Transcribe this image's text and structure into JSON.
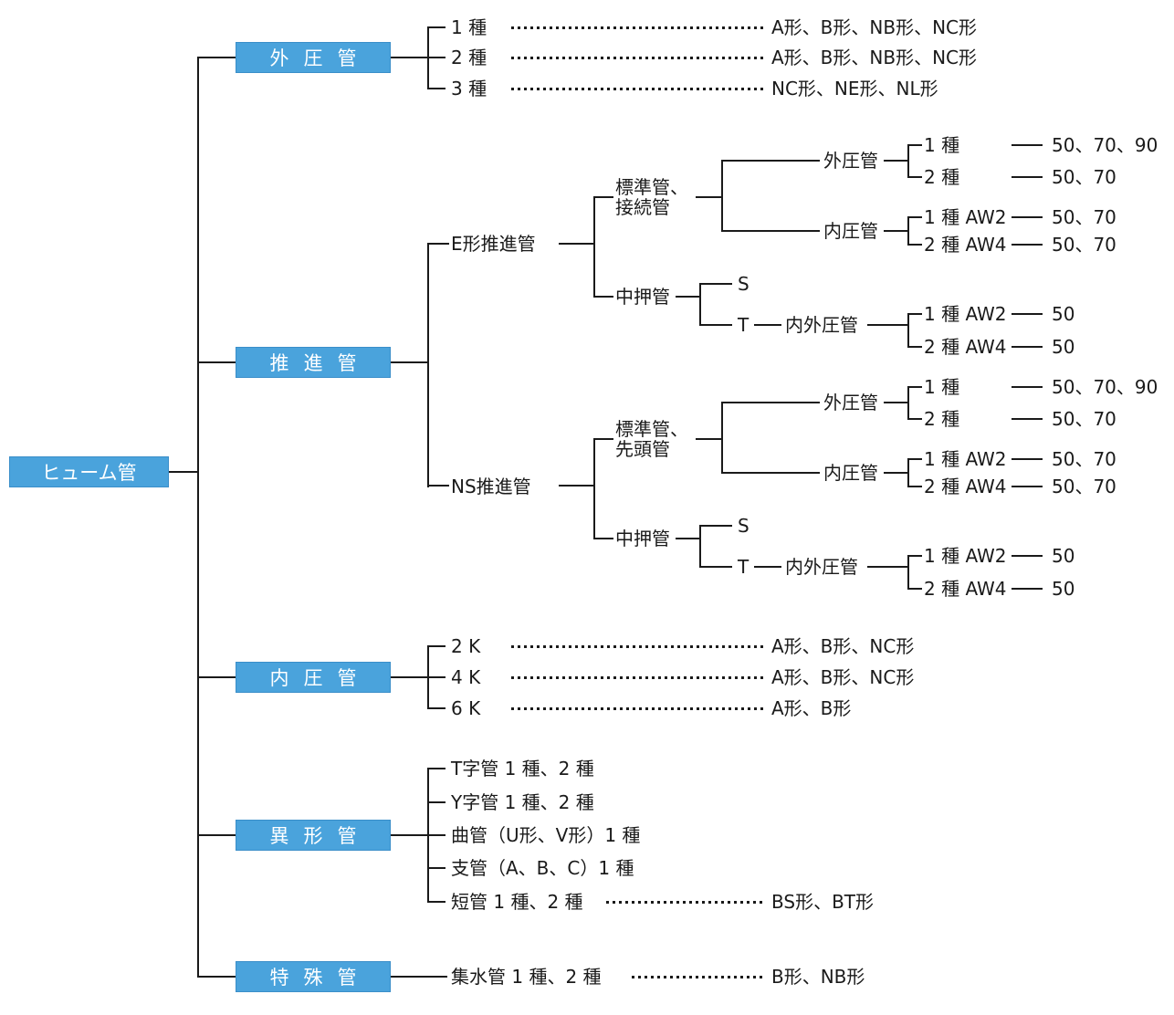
{
  "root": {
    "label": "ヒューム管"
  },
  "outer_pressure": {
    "title": "外圧管",
    "rows": [
      {
        "label": "1 種",
        "value": "A形、B形、NB形、NC形"
      },
      {
        "label": "2 種",
        "value": "A形、B形、NB形、NC形"
      },
      {
        "label": "3 種",
        "value": "NC形、NE形、NL形"
      }
    ]
  },
  "jacking": {
    "title": "推進管",
    "e_type": {
      "label": "E形推進管",
      "standard": {
        "line1": "標準管、",
        "line2": "接続管",
        "outer": {
          "label": "外圧管",
          "rows": [
            {
              "label": "1 種",
              "value": "50、70、90"
            },
            {
              "label": "2 種",
              "value": "50、70"
            }
          ]
        },
        "inner": {
          "label": "内圧管",
          "rows": [
            {
              "label": "1 種 AW2",
              "value": "50、70"
            },
            {
              "label": "2 種 AW4",
              "value": "50、70"
            }
          ]
        }
      },
      "mid_push": {
        "label": "中押管",
        "s_label": "S",
        "t_label": "T",
        "inner_outer": {
          "label": "内外圧管",
          "rows": [
            {
              "label": "1 種 AW2",
              "value": "50"
            },
            {
              "label": "2 種 AW4",
              "value": "50"
            }
          ]
        }
      }
    },
    "ns_type": {
      "label": "NS推進管",
      "standard": {
        "line1": "標準管、",
        "line2": "先頭管",
        "outer": {
          "label": "外圧管",
          "rows": [
            {
              "label": "1 種",
              "value": "50、70、90"
            },
            {
              "label": "2 種",
              "value": "50、70"
            }
          ]
        },
        "inner": {
          "label": "内圧管",
          "rows": [
            {
              "label": "1 種 AW2",
              "value": "50、70"
            },
            {
              "label": "2 種 AW4",
              "value": "50、70"
            }
          ]
        }
      },
      "mid_push": {
        "label": "中押管",
        "s_label": "S",
        "t_label": "T",
        "inner_outer": {
          "label": "内外圧管",
          "rows": [
            {
              "label": "1 種 AW2",
              "value": "50"
            },
            {
              "label": "2 種 AW4",
              "value": "50"
            }
          ]
        }
      }
    }
  },
  "inner_pressure": {
    "title": "内圧管",
    "rows": [
      {
        "label": "2 K",
        "value": "A形、B形、NC形"
      },
      {
        "label": "4 K",
        "value": "A形、B形、NC形"
      },
      {
        "label": "6 K",
        "value": "A形、B形"
      }
    ]
  },
  "special_shape": {
    "title": "異形管",
    "rows": [
      {
        "label": "T字管 1 種、2 種"
      },
      {
        "label": "Y字管 1 種、2 種"
      },
      {
        "label": "曲管（U形、V形）1 種"
      },
      {
        "label": "支管（A、B、C）1 種"
      },
      {
        "label": "短管 1 種、2 種",
        "value": "BS形、BT形"
      }
    ]
  },
  "special": {
    "title": "特殊管",
    "rows": [
      {
        "label": "集水管 1 種、2 種",
        "value": "B形、NB形"
      }
    ]
  },
  "colors": {
    "node_bg": "#4AA3DC",
    "node_text": "#FFFFFF",
    "line": "#1A1A1A"
  }
}
